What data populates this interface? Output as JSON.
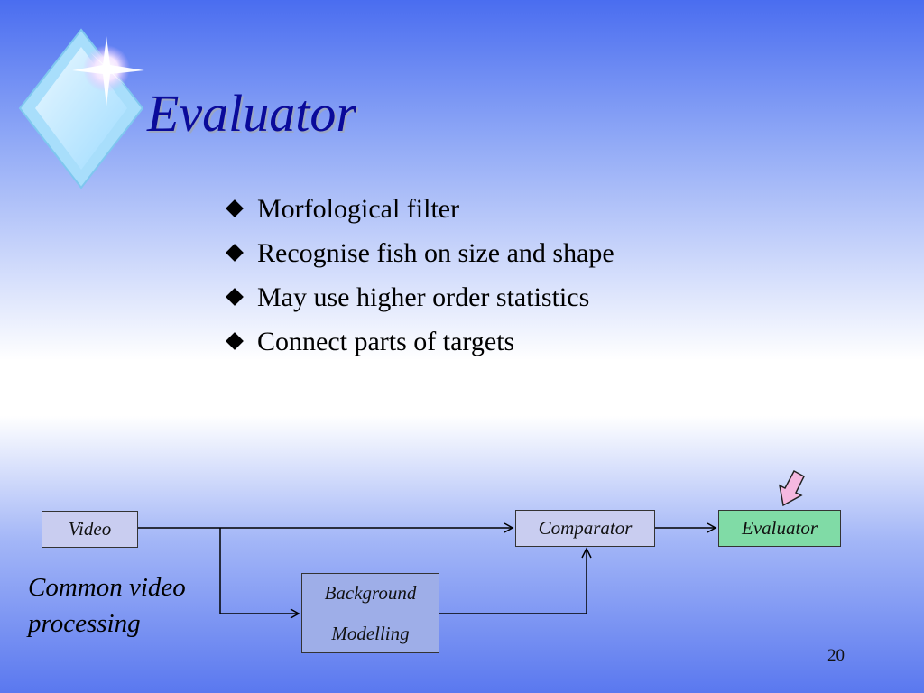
{
  "slide": {
    "title": "Evaluator",
    "page_number": "20"
  },
  "bullets": [
    "Morfological filter",
    "Recognise fish on size and shape",
    "May use higher order statistics",
    "Connect parts of targets"
  ],
  "diagram": {
    "video_label": "Video",
    "comparator_label": "Comparator",
    "evaluator_label": "Evaluator",
    "background_line1": "Background",
    "background_line2": "Modelling",
    "caption_line1": "Common video",
    "caption_line2": "processing"
  },
  "colors": {
    "title": "#0a0a9a",
    "evaluator_box": "#80dba6",
    "box_fill": "#c9cdf0",
    "background_box": "#9eaee8",
    "pointer_arrow": "#f5b8e0"
  }
}
